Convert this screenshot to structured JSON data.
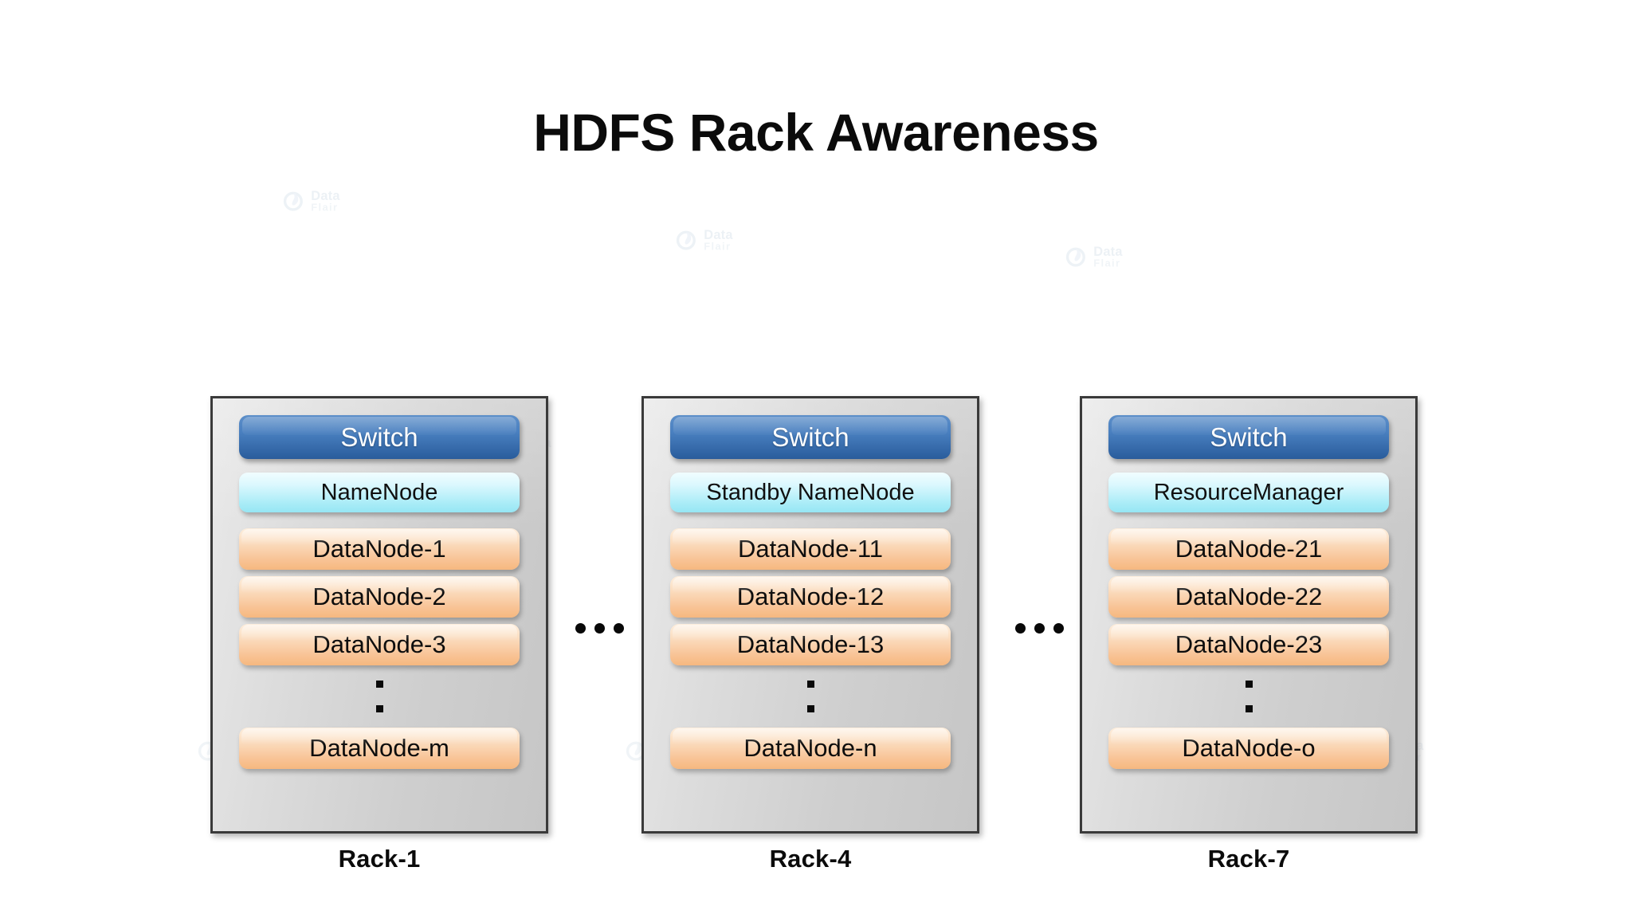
{
  "page": {
    "title": "HDFS Rack Awareness",
    "background_color": "#ffffff"
  },
  "colors": {
    "switch_blue_top": "#5d8fc9",
    "switch_blue_bottom": "#2a5c9b",
    "master_cyan_top": "#f1fdff",
    "master_cyan_bottom": "#96e6f4",
    "datanode_orange_top": "#fdeedd",
    "datanode_orange_bottom": "#f6b87f",
    "rack_panel_gray": "#d6d6d6",
    "rack_border": "#3a3a3a",
    "text_dark": "#0b0b0b",
    "text_light": "#ffffff"
  },
  "watermark": {
    "line1": "Data",
    "line2": "Flair"
  },
  "racks": [
    {
      "label": "Rack-1",
      "switch": "Switch",
      "master": "NameNode",
      "datanodes_top": [
        "DataNode-1",
        "DataNode-2",
        "DataNode-3"
      ],
      "datanode_last": "DataNode-m"
    },
    {
      "label": "Rack-4",
      "switch": "Switch",
      "master": "Standby NameNode",
      "datanodes_top": [
        "DataNode-11",
        "DataNode-12",
        "DataNode-13"
      ],
      "datanode_last": "DataNode-n"
    },
    {
      "label": "Rack-7",
      "switch": "Switch",
      "master": "ResourceManager",
      "datanodes_top": [
        "DataNode-21",
        "DataNode-22",
        "DataNode-23"
      ],
      "datanode_last": "DataNode-o"
    }
  ],
  "separators": {
    "between_racks": "..."
  }
}
